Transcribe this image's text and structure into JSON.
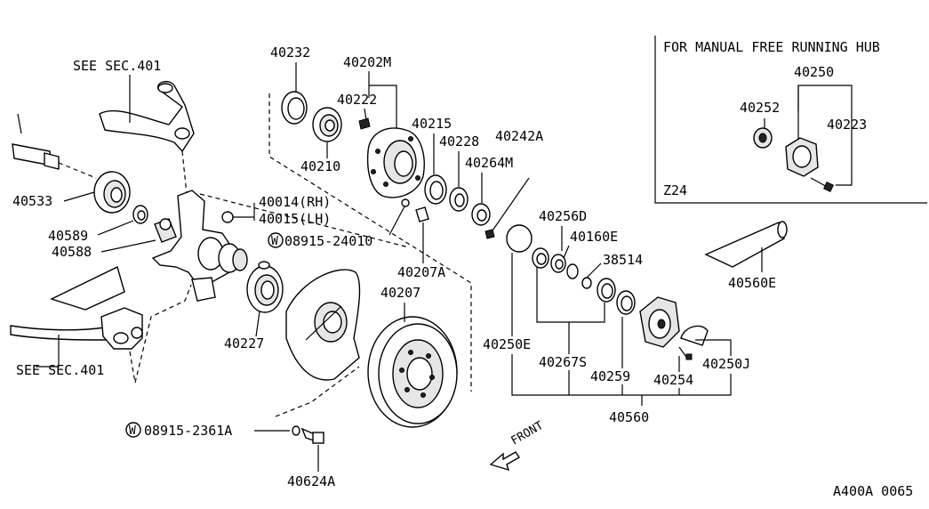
{
  "inset": {
    "title": "FOR MANUAL FREE RUNNING HUB",
    "model": "Z24",
    "parts": [
      "40250",
      "40252",
      "40223"
    ]
  },
  "refs": {
    "see_sec_top": "SEE SEC.401",
    "see_sec_bottom": "SEE SEC.401",
    "front": "FRONT",
    "footer_code": "A400A 0065"
  },
  "washer_symbol": "W",
  "labels": {
    "p40232": "40232",
    "p40202M": "40202M",
    "p40222": "40222",
    "p40215": "40215",
    "p40228": "40228",
    "p40242A": "40242A",
    "p40264M": "40264M",
    "p40210": "40210",
    "p40533": "40533",
    "p40589": "40589",
    "p40588": "40588",
    "p40014": "40014(RH)",
    "p40015": "40015(LH)",
    "p08915_24010": "08915-24010",
    "p40207A": "40207A",
    "p40207": "40207",
    "p40227": "40227",
    "p08915_2361A": "08915-2361A",
    "p40624A": "40624A",
    "p40256D": "40256D",
    "p40160E": "40160E",
    "p38514": "38514",
    "p40560E": "40560E",
    "p40250E": "40250E",
    "p40267S": "40267S",
    "p40259": "40259",
    "p40254": "40254",
    "p40250J": "40250J",
    "p40560": "40560"
  }
}
